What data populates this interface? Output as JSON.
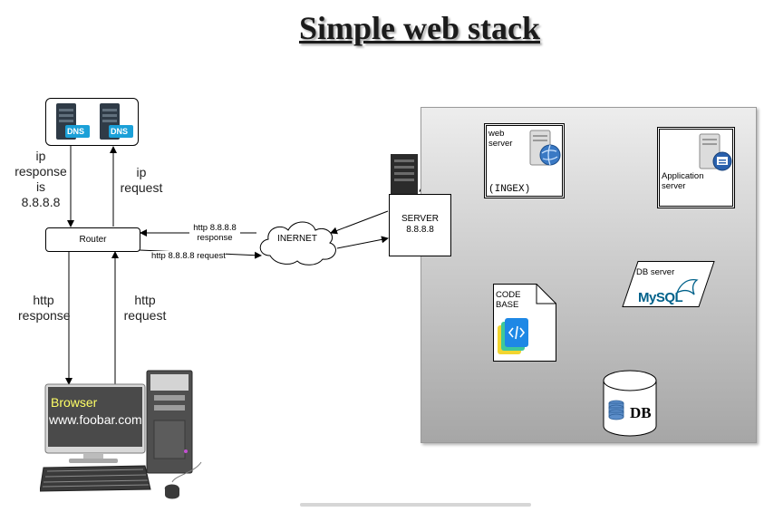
{
  "title": "Simple web stack",
  "dns": {
    "badge_1": "DNS",
    "badge_2": "DNS"
  },
  "labels": {
    "ip_response": [
      "ip",
      "response",
      "is",
      "8.8.8.8"
    ],
    "ip_request": [
      "ip",
      "request"
    ],
    "router": "Router",
    "http_response_router": [
      "http",
      "response"
    ],
    "http_request_router": [
      "http",
      "request"
    ],
    "http_ip_response": [
      "http 8.8.8.8",
      "response"
    ],
    "http_ip_request": "http 8.8.8.8 request",
    "internet": "INERNET",
    "server": [
      "SERVER",
      "8.8.8.8"
    ],
    "web_server": [
      "web",
      "server"
    ],
    "nginx": "(INGEX)",
    "app_server": [
      "Application",
      "server"
    ],
    "code_base": [
      "CODE",
      "BASE"
    ],
    "db_server": "DB server",
    "mysql": "MySQL",
    "db": "DB",
    "browser": "Browser",
    "url": "www.foobar.com"
  },
  "colors": {
    "dns_badge": "#1aa0d8",
    "server_body": "#2b2b2b",
    "browser_text": "#ffff66",
    "mysql_blue": "#00618a",
    "mysql_orange": "#e48e00",
    "code_icon": "#1e88e5"
  },
  "icons": [
    "dns-server-icon",
    "server-tower-icon",
    "web-server-globe-icon",
    "application-server-icon",
    "code-file-icon",
    "mysql-logo",
    "database-cylinder-icon",
    "desktop-computer-icon"
  ]
}
